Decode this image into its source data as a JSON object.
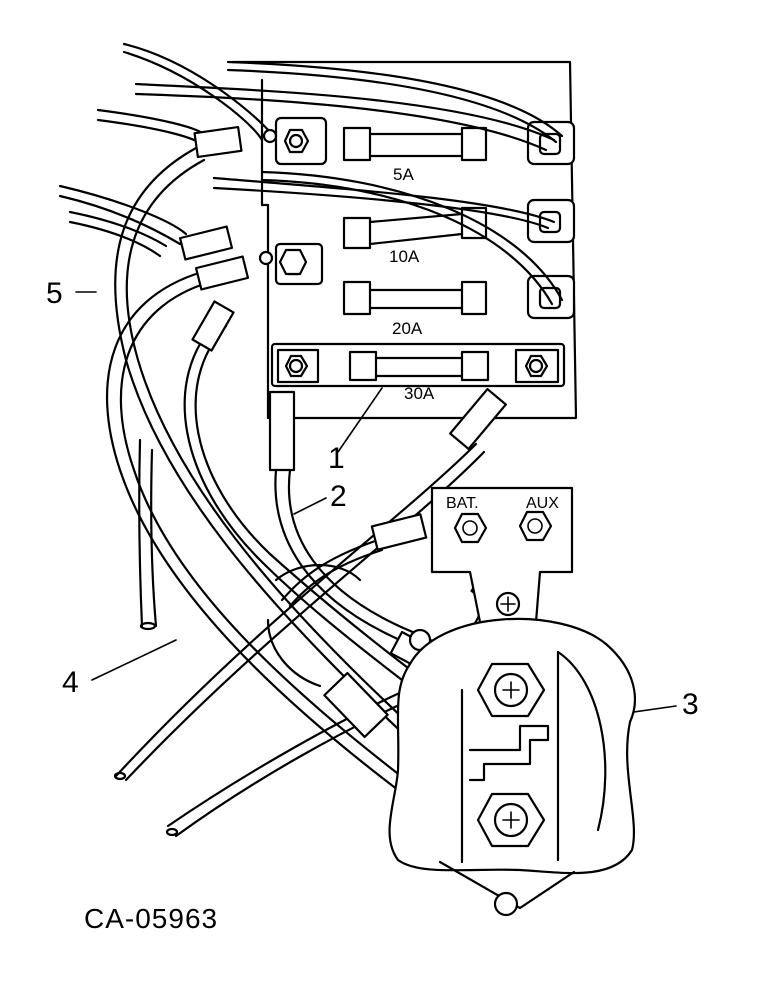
{
  "fuses": [
    {
      "rating": "5A"
    },
    {
      "rating": "10A"
    },
    {
      "rating": "20A"
    },
    {
      "rating": "30A"
    }
  ],
  "terminals": {
    "battery": "BAT.",
    "auxiliary": "AUX"
  },
  "callouts": [
    "1",
    "2",
    "3",
    "4",
    "5"
  ],
  "drawing_code": "CA-05963"
}
